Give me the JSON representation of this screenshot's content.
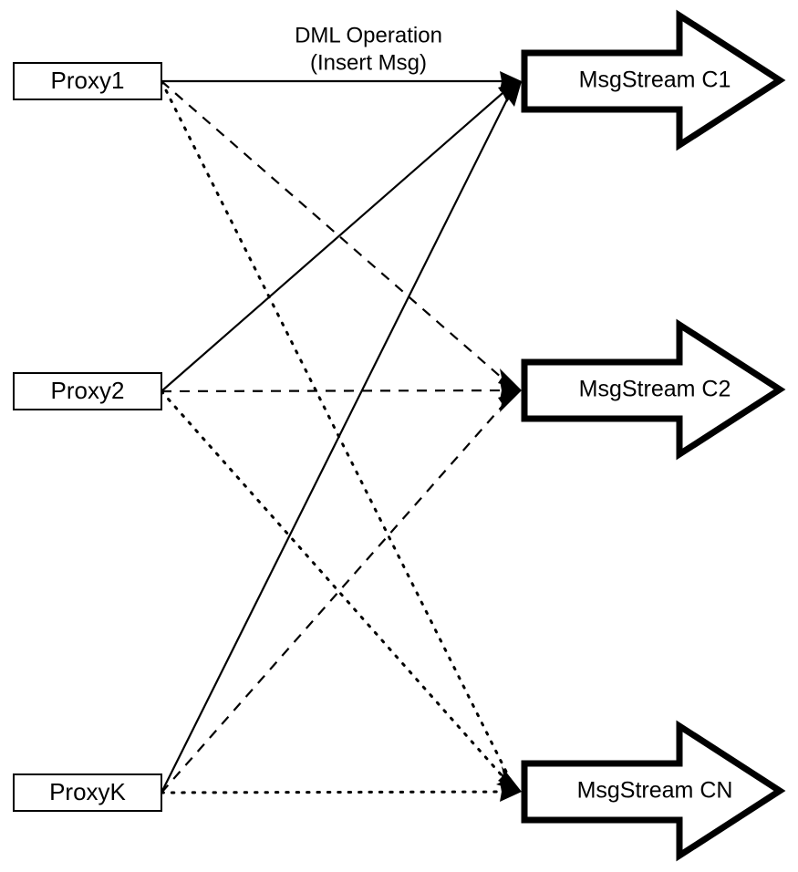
{
  "diagram": {
    "title": "Proxy to MsgStream fan-out diagram",
    "background_color": "#ffffff",
    "stroke_color": "#000000",
    "edge_caption": {
      "line1": "DML Operation",
      "line2": "(Insert Msg)"
    },
    "proxies": [
      {
        "id": "proxy1",
        "label": "Proxy1"
      },
      {
        "id": "proxy2",
        "label": "Proxy2"
      },
      {
        "id": "proxyk",
        "label": "ProxyK"
      }
    ],
    "streams": [
      {
        "id": "stream-c1",
        "label": "MsgStream C1"
      },
      {
        "id": "stream-c2",
        "label": "MsgStream C2"
      },
      {
        "id": "stream-cn",
        "label": "MsgStream CN"
      }
    ],
    "edges": [
      {
        "id": "proxy1-to-c1",
        "from": "Proxy1",
        "to": "MsgStream C1",
        "style": "solid"
      },
      {
        "id": "proxy1-to-c2",
        "from": "Proxy1",
        "to": "MsgStream C2",
        "style": "dashed"
      },
      {
        "id": "proxy1-to-cn",
        "from": "Proxy1",
        "to": "MsgStream CN",
        "style": "dotted"
      },
      {
        "id": "proxy2-to-c1",
        "from": "Proxy2",
        "to": "MsgStream C1",
        "style": "solid"
      },
      {
        "id": "proxy2-to-c2",
        "from": "Proxy2",
        "to": "MsgStream C2",
        "style": "dashed"
      },
      {
        "id": "proxy2-to-cn",
        "from": "Proxy2",
        "to": "MsgStream CN",
        "style": "dotted"
      },
      {
        "id": "proxyk-to-c1",
        "from": "ProxyK",
        "to": "MsgStream C1",
        "style": "solid"
      },
      {
        "id": "proxyk-to-c2",
        "from": "ProxyK",
        "to": "MsgStream C2",
        "style": "dashed"
      },
      {
        "id": "proxyk-to-cn",
        "from": "ProxyK",
        "to": "MsgStream CN",
        "style": "dotted"
      }
    ]
  }
}
